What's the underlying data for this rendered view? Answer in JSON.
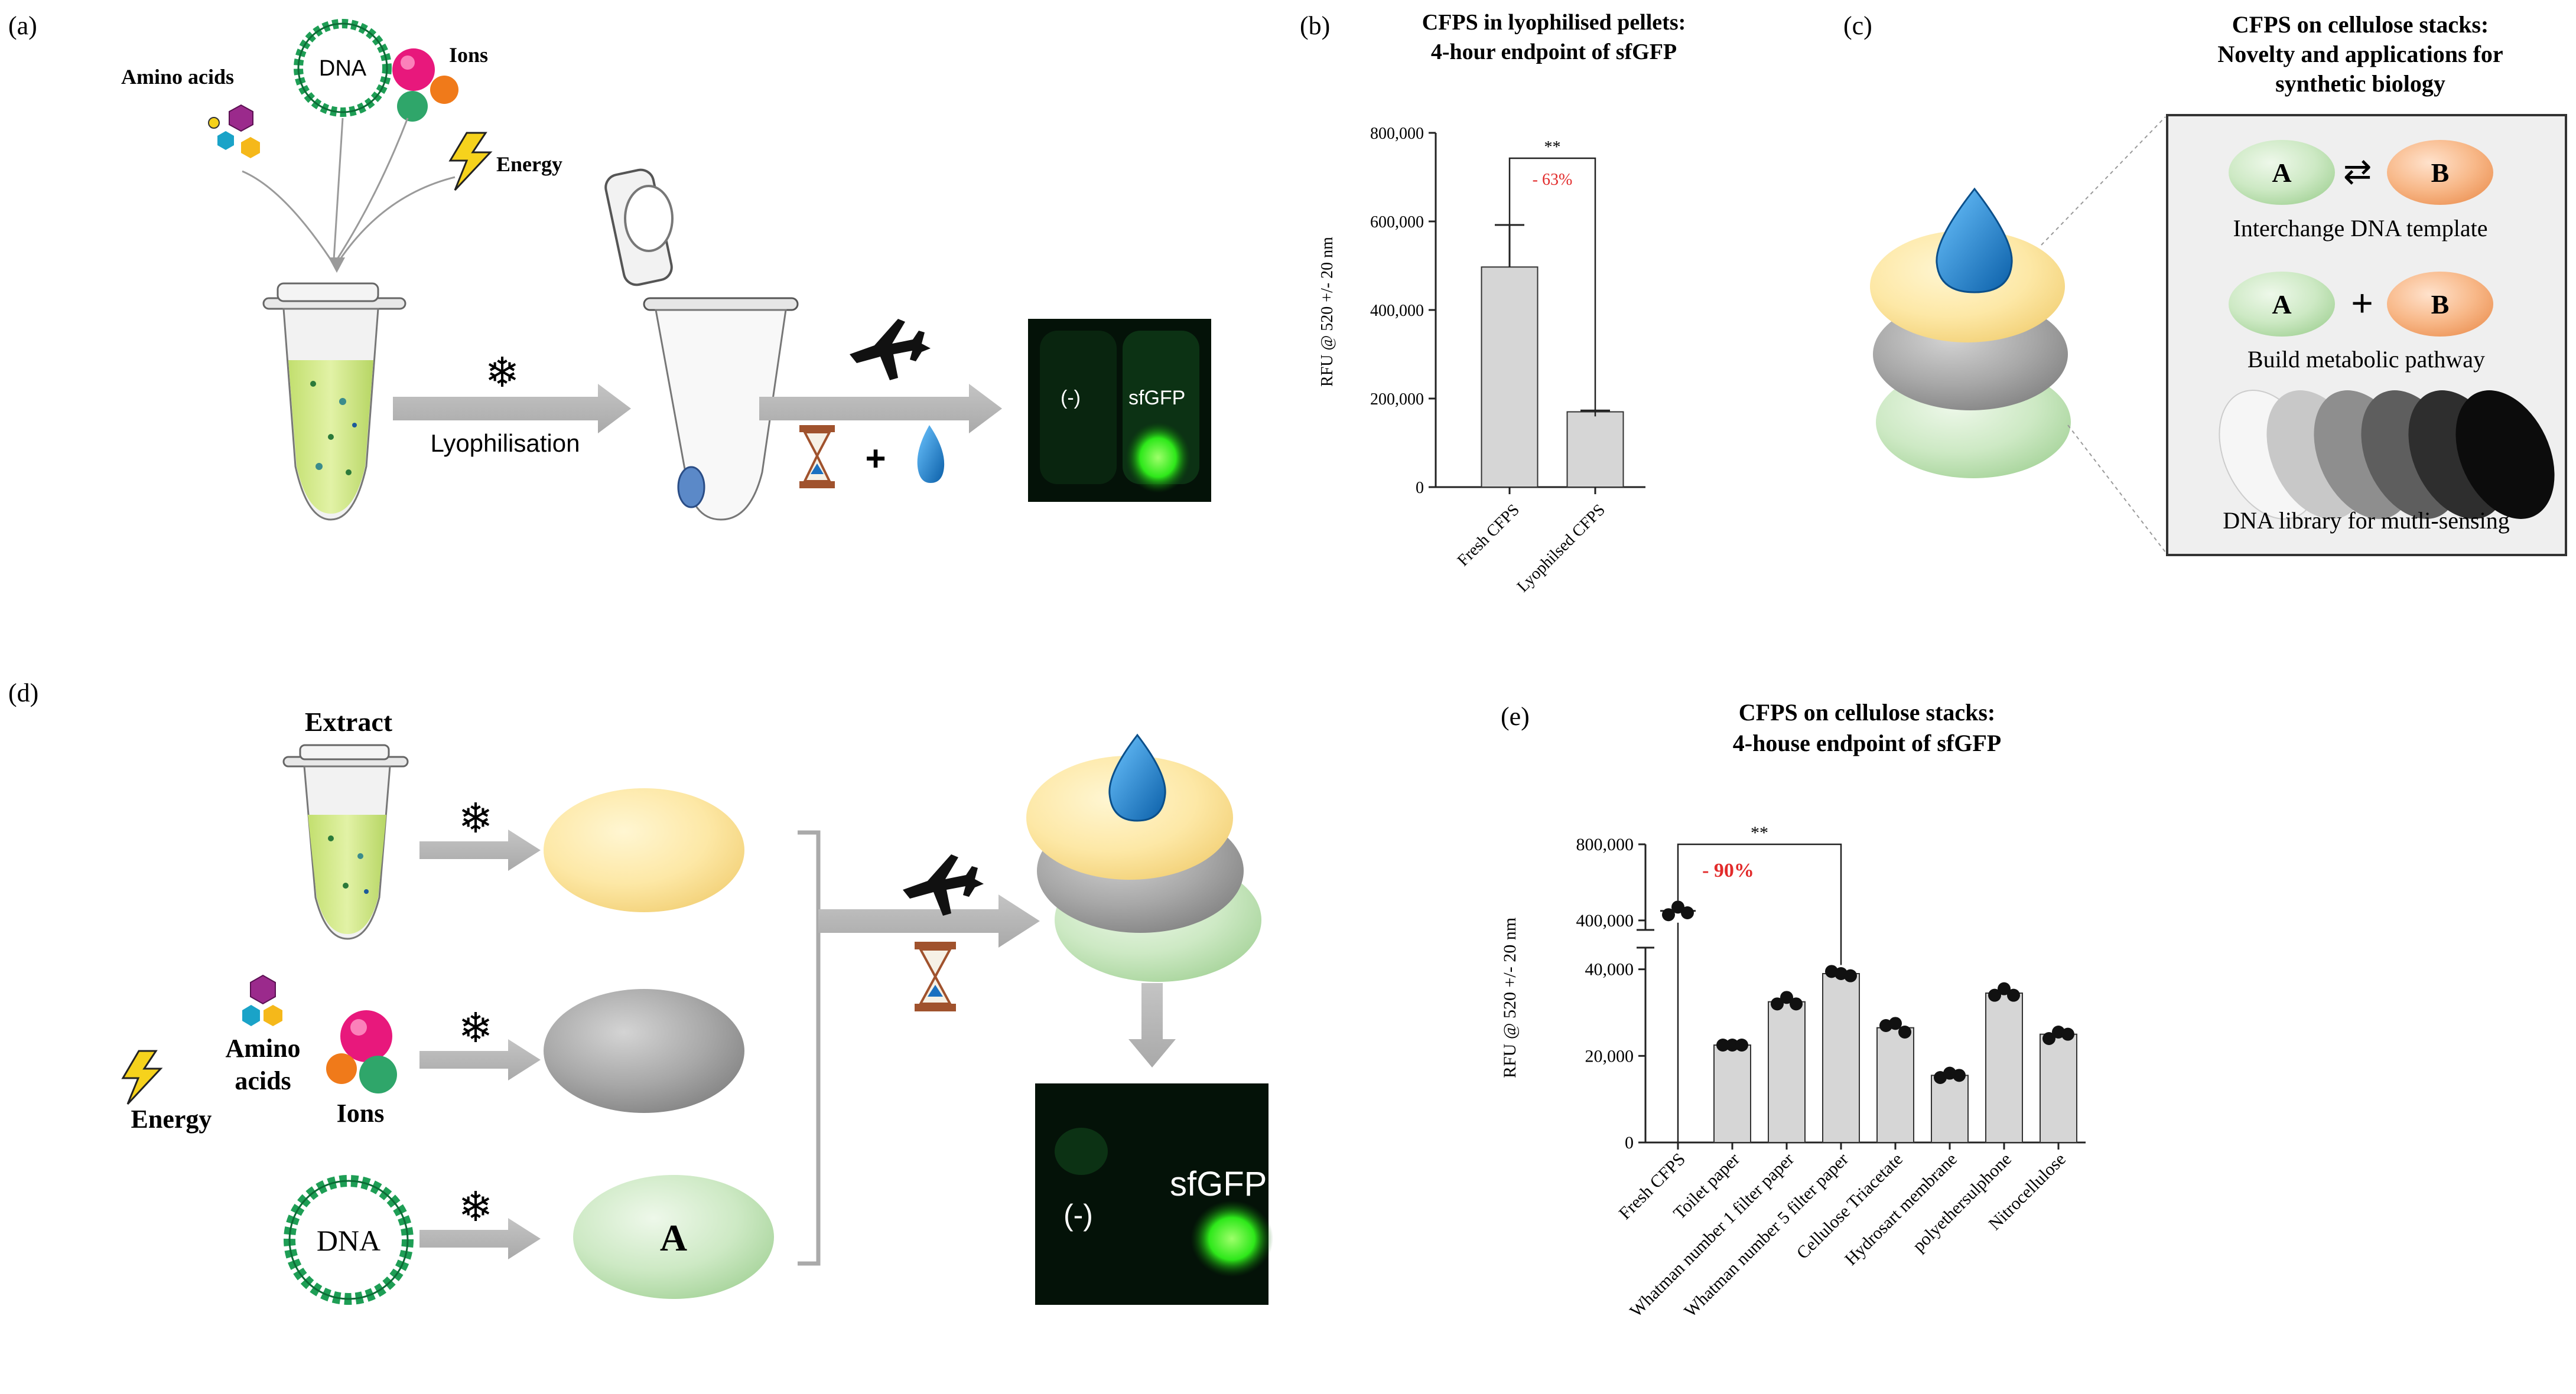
{
  "panel_labels": {
    "a": "(a)",
    "b": "(b)",
    "c": "(c)",
    "d": "(d)",
    "e": "(e)"
  },
  "panel_a": {
    "amino_acids": "Amino acids",
    "dna": "DNA",
    "ions": "Ions",
    "energy": "Energy",
    "lyophilisation": "Lyophilisation",
    "neg_control": "(-)",
    "sfgfp": "sfGFP"
  },
  "panel_c": {
    "title_lines": [
      "CFPS on cellulose stacks:",
      "Novelty and applications for",
      "synthetic biology"
    ],
    "a": "A",
    "b": "B",
    "interchange": "Interchange DNA template",
    "build": "Build  metabolic pathway",
    "library": "DNA library for mutli-sensing"
  },
  "panel_d": {
    "extract": "Extract",
    "amino_acids_line1": "Amino",
    "amino_acids_line2": "acids",
    "ions": "Ions",
    "energy": "Energy",
    "dna": "DNA",
    "a": "A",
    "neg_control": "(-)",
    "sfgfp": "sfGFP"
  },
  "colors": {
    "green_pellet": "#d0e88a",
    "yellow_disc": "#fde8a6",
    "grey_disc": "#a8a8a8",
    "green_disc": "#cde9c4",
    "orange_disc": "#f8b98a",
    "water_blue": "#1a85cf",
    "bar_fill": "#d6d6d6",
    "significance_red": "#e22b2b"
  },
  "chart_data": [
    {
      "type": "bar",
      "title": "CFPS in lyophilised pellets:",
      "subtitle": "4-hour endpoint of sfGFP",
      "xlabel": "",
      "ylabel": "RFU @ 520 +/- 20 nm",
      "categories": [
        "Fresh CFPS",
        "Lyophilsed CFPS"
      ],
      "values": [
        497000,
        170000
      ],
      "errors": [
        95000,
        3000
      ],
      "ylim": [
        0,
        800000
      ],
      "yticks": [
        0,
        200000,
        400000,
        600000,
        800000
      ],
      "ytick_labels": [
        "0",
        "200,000",
        "400,000",
        "600,000",
        "800,000"
      ],
      "significance": {
        "stars": "**",
        "change": "- 63%",
        "from": 0,
        "to": 1
      }
    },
    {
      "type": "bar",
      "title": "CFPS on cellulose stacks:",
      "subtitle": "4-house endpoint of sfGFP",
      "xlabel": "",
      "ylabel": "RFU @ 520 +/- 20 nm",
      "categories": [
        "Fresh CFPS",
        "Toilet paper",
        "Whatman number 1 filter paper",
        "Whatman number 5 filter paper",
        "Cellulose Triacetate",
        "Hydrosart membrane",
        "polyethersulphone",
        "Nitrocellulose"
      ],
      "values": [
        450000,
        22500,
        32500,
        39000,
        26500,
        15500,
        34500,
        25000
      ],
      "points": [
        [
          430000,
          470000,
          440000
        ],
        [
          22500,
          22500,
          22500
        ],
        [
          32000,
          33500,
          32000
        ],
        [
          39500,
          39000,
          38500
        ],
        [
          27000,
          27500,
          25500
        ],
        [
          15000,
          16000,
          15500
        ],
        [
          34000,
          35500,
          34000
        ],
        [
          24000,
          25500,
          25000
        ]
      ],
      "broken_axis": {
        "lower": [
          0,
          45000
        ],
        "upper": [
          350000,
          800000
        ]
      },
      "ytick_labels": [
        "0",
        "20,000",
        "40,000",
        "400,000",
        "800,000"
      ],
      "significance": {
        "stars": "**",
        "change": "- 90%",
        "from": 0,
        "to": 3
      }
    }
  ]
}
